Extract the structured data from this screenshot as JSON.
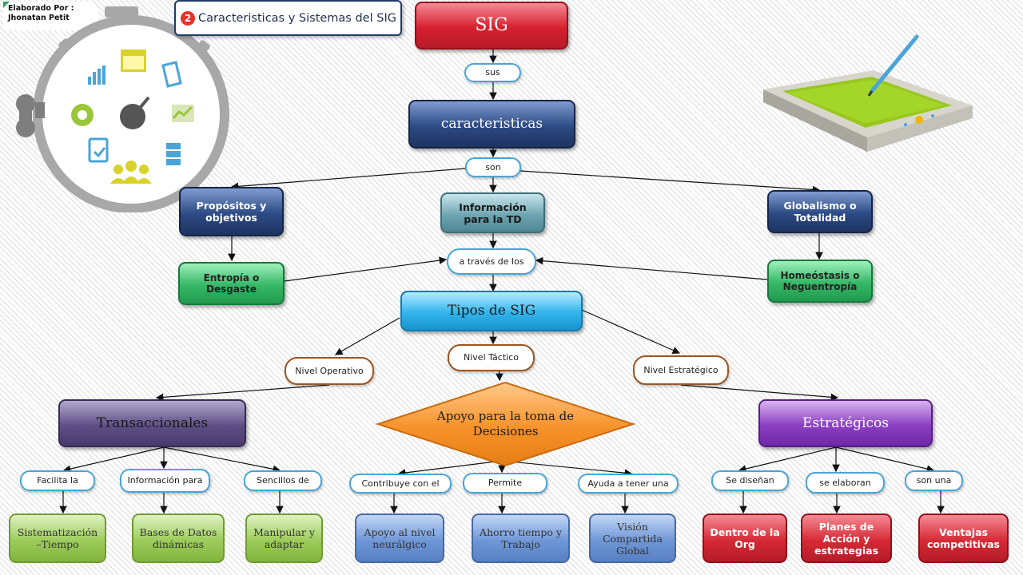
{
  "author": {
    "line1": "Elaborado Por :",
    "line2": "Jhonatan Petit"
  },
  "header": {
    "number": "2",
    "title": "Caracteristicas y Sistemas del SIG"
  },
  "nodes": {
    "sig": "SIG",
    "caracteristicas": "caracteristicas",
    "propositos": "Propósitos y objetivos",
    "informacion_td": "Información para la TD",
    "globalismo": "Globalismo o Totalidad",
    "entropia": "Entropía o Desgaste",
    "homeostasis": "Homeóstasis o Neguentropía",
    "tipos": "Tipos de SIG",
    "transaccionales": "Transaccionales",
    "apoyo_decisiones": "Apoyo para la toma de Decisiones",
    "estrategicos": "Estratégicos",
    "sistematizacion": "Sistematización –Tiempo",
    "bases_datos": "Bases de Datos dinámicas",
    "manipular": "Manipular y adaptar",
    "apoyo_nivel": "Apoyo al nivel neurálgico",
    "ahorro": "Ahorro tiempo y Trabajo",
    "vision": "Visión Compartida Global",
    "dentro_org": "Dentro de la Org",
    "planes": "Planes de Acción y estrategias",
    "ventajas": "Ventajas competitivas"
  },
  "connectors": {
    "sus": "sus",
    "son": "son",
    "a_traves": "a través de los",
    "nivel_operativo": "Nivel Operativo",
    "nivel_tactico": "Nivel Táctico",
    "nivel_estrategico": "Nivel Estratégico",
    "facilita": "Facilita la",
    "informacion_para": "Información para",
    "sencillos": "Sencillos de",
    "contribuye": "Contribuye con el",
    "permite": "Permite",
    "ayuda": "Ayuda a tener una",
    "se_disenan": "Se diseñan",
    "se_elaboran": "se elaboran",
    "son_una": "son una"
  },
  "illustrations": {
    "stopwatch_icons": [
      "bar-chart-icon",
      "calendar-icon",
      "document-icon",
      "gear-icon",
      "gauge-icon",
      "line-chart-icon",
      "clipboard-check-icon",
      "server-icon",
      "people-icon",
      "key-icon"
    ],
    "tablet": "tablet-stylus-icon"
  },
  "colors": {
    "red": "#d72030",
    "navy": "#2c4a84",
    "teal": "#6fa6b3",
    "green": "#35b866",
    "sky": "#31b4ec",
    "purple_dark": "#5e4f86",
    "purple": "#8a3fc0",
    "orange": "#f7922a",
    "light_green": "#9ccc5a",
    "blue": "#6f98d8"
  }
}
